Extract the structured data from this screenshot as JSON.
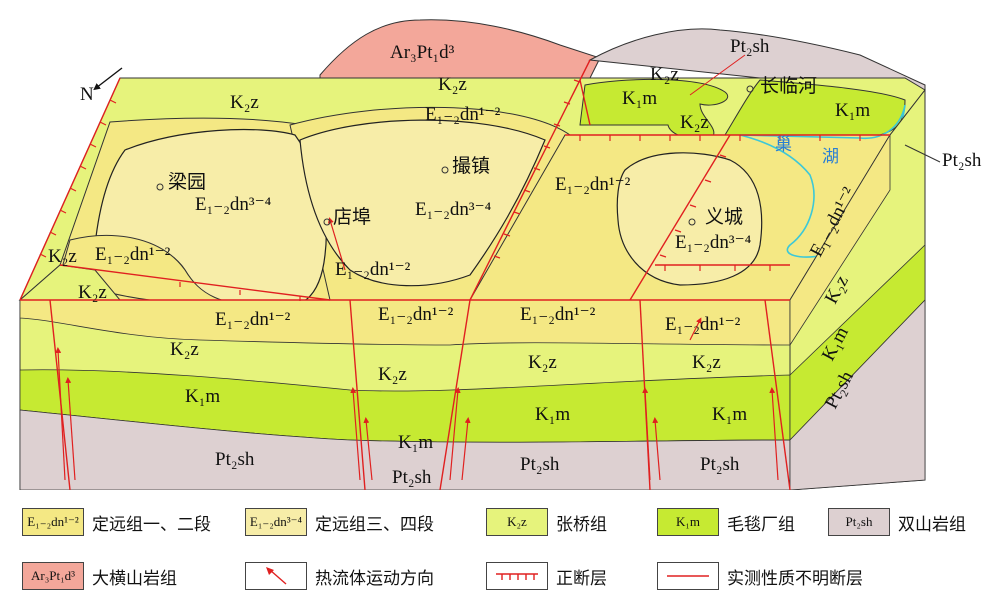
{
  "north": {
    "label": "N"
  },
  "formations": {
    "ar3pt1d3": {
      "label": "Ar₃Pt₁d³",
      "color": "#f3a79a"
    },
    "k2z": {
      "label": "K₂z",
      "color": "#e6f37c"
    },
    "k1m": {
      "label": "K₁m",
      "color": "#c6ea32"
    },
    "pt2sh": {
      "label": "Pt₂sh",
      "color": "#ddd0d1"
    },
    "e12dn12": {
      "label": "E₁₋₂dn¹⁻²",
      "color": "#f4e884"
    },
    "e12dn34": {
      "label": "E₁₋₂dn³⁻⁴",
      "color": "#f7eda8"
    }
  },
  "places": {
    "liangyuan": "梁园",
    "dianbu": "店埠",
    "sazhen": "撮镇",
    "yicheng": "义城",
    "changlinhe": "长临河",
    "chaohu": [
      "巢",
      "湖"
    ]
  },
  "legend": [
    {
      "code": "E₁₋₂dn¹⁻²",
      "text": "定远组一、二段",
      "color": "#f4e884",
      "type": "swatch"
    },
    {
      "code": "E₁₋₂dn³⁻⁴",
      "text": "定远组三、四段",
      "color": "#f7eda8",
      "type": "swatch"
    },
    {
      "code": "K₂z",
      "text": "张桥组",
      "color": "#e6f37c",
      "type": "swatch"
    },
    {
      "code": "K₁m",
      "text": "毛毯厂组",
      "color": "#c6ea32",
      "type": "swatch"
    },
    {
      "code": "Pt₂sh",
      "text": "双山岩组",
      "color": "#ddd0d1",
      "type": "swatch"
    },
    {
      "code": "Ar₃Pt₁d³",
      "text": "大横山岩组",
      "color": "#f3a79a",
      "type": "swatch"
    },
    {
      "code": "",
      "text": "热流体运动方向",
      "color": "#e02020",
      "type": "arrow"
    },
    {
      "code": "",
      "text": "正断层",
      "color": "#e02020",
      "type": "normal-fault"
    },
    {
      "code": "",
      "text": "实测性质不明断层",
      "color": "#e02020",
      "type": "fault"
    }
  ]
}
